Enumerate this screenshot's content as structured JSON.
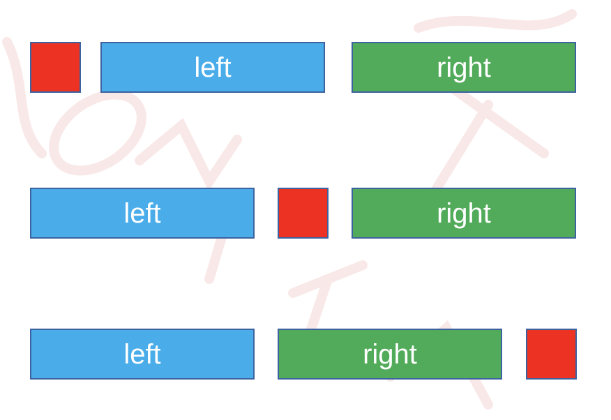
{
  "colors": {
    "left_box": "#4aade9",
    "right_box": "#52ab5a",
    "square": "#ec3323",
    "border": "#3c62a0",
    "text": "#ffffff",
    "watermark": "#c81e1e"
  },
  "rows": [
    {
      "order": [
        "square",
        "left",
        "right"
      ],
      "left_label": "left",
      "right_label": "right"
    },
    {
      "order": [
        "left",
        "square",
        "right"
      ],
      "left_label": "left",
      "right_label": "right"
    },
    {
      "order": [
        "left",
        "right",
        "square"
      ],
      "left_label": "left",
      "right_label": "right"
    }
  ]
}
